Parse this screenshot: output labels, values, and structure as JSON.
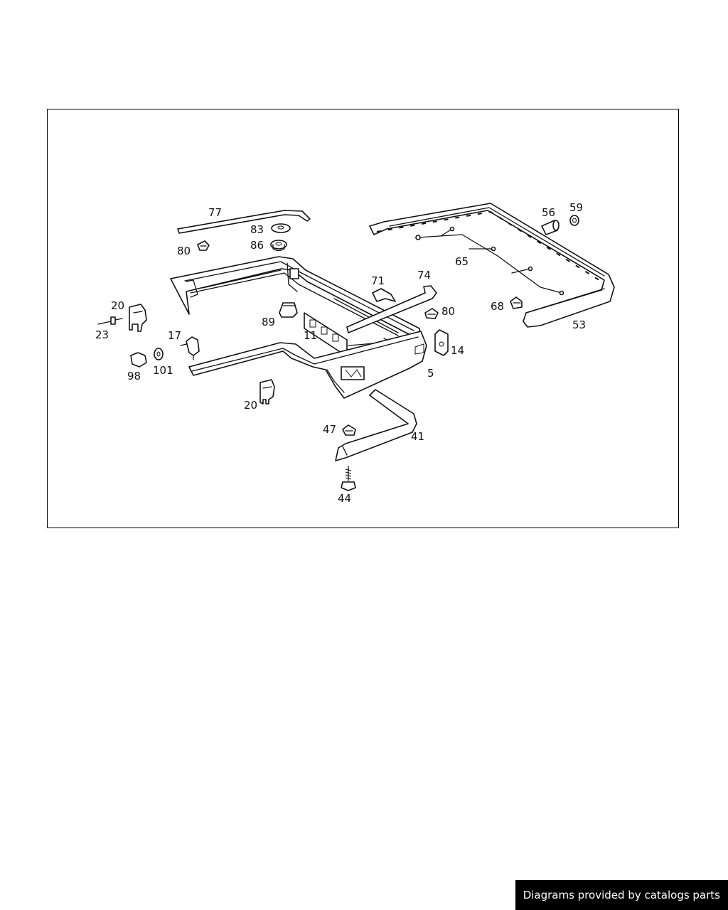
{
  "diagram": {
    "callouts": [
      "77",
      "83",
      "86",
      "80",
      "71",
      "74",
      "80",
      "20",
      "23",
      "17",
      "89",
      "11",
      "14",
      "98",
      "101",
      "5",
      "20",
      "47",
      "41",
      "44",
      "56",
      "59",
      "65",
      "68",
      "53"
    ]
  },
  "footer": {
    "credit": "Diagrams provided by catalogs parts"
  },
  "colors": {
    "line": "#111111",
    "background": "#ffffff",
    "footer_bg": "#000000",
    "footer_text": "#ffffff"
  }
}
